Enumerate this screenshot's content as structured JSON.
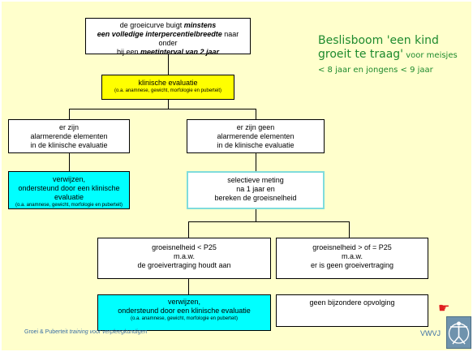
{
  "title": {
    "main": "Beslisboom 'een kind groeit te traag'",
    "sub": " voor meisjes < 8 jaar en jongens < 9 jaar"
  },
  "boxes": {
    "top": {
      "line1": "de groeicurve buigt ",
      "line1_em": "minstens",
      "line2_em": "een volledige interpercentielbreedte",
      "line2": " naar onder",
      "line3": "bij een ",
      "line3_em": "meetinterval van 2 jaar"
    },
    "eval": {
      "main": "klinische evaluatie",
      "small": "(o.a. anamnese, gewicht, morfologie en puberteit)"
    },
    "alarm_yes": {
      "line1": "er zijn",
      "line2": "alarmerende elementen",
      "line3": "in de klinische evaluatie"
    },
    "alarm_no": {
      "line1": "er zijn geen",
      "line2": "alarmerende elementen",
      "line3": "in de klinische evaluatie"
    },
    "refer_left": {
      "line1": "verwijzen,",
      "line2": "ondersteund door een klinische evaluatie",
      "small": "(o.a. anamnese, gewicht, morfologie en puberteit)"
    },
    "measure": {
      "line1": "selectieve meting",
      "line2": "na 1 jaar en",
      "line3": "bereken de groeisnelheid"
    },
    "slow": {
      "line1": "groeisnelheid < P25",
      "line2": "m.a.w.",
      "line3": "de groeivertraging houdt aan"
    },
    "ok": {
      "line1": "groeisnelheid > of = P25",
      "line2": "m.a.w.",
      "line3": "er is geen groeivertraging"
    },
    "refer_bottom": {
      "line1": "verwijzen,",
      "line2": "ondersteund door een klinische evaluatie",
      "small": "(o.a. anamnese, gewicht, morfologie en puberteit)"
    },
    "none": {
      "line1": "geen bijzondere opvolging"
    }
  },
  "footer": {
    "left": "Groei & Puberteit",
    "left_em": "training voor verpleegkundigen",
    "right": "VWVJ"
  },
  "icons": {
    "hand": "pointing-hand-icon",
    "logo": "vwvj-logo-icon"
  },
  "colors": {
    "background": "#FFFFCC",
    "highlight_yellow": "#FFFF00",
    "highlight_cyan": "#00FFFF",
    "title": "#1E8A2E"
  }
}
